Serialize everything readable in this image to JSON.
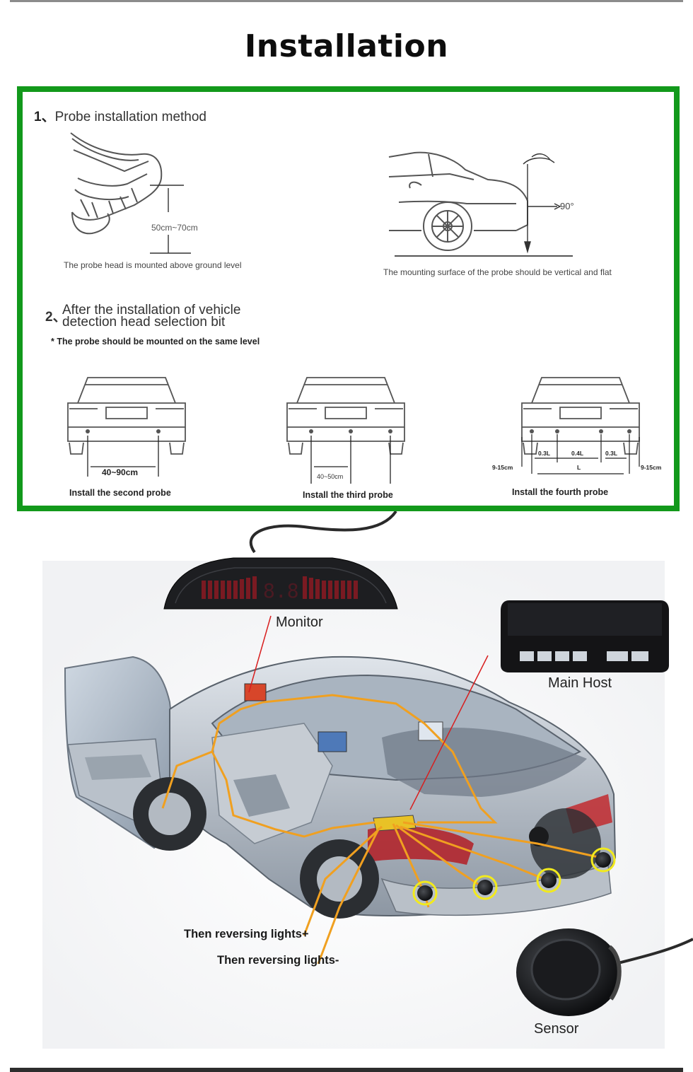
{
  "page": {
    "title": "Installation"
  },
  "guide": {
    "section1": {
      "number": "1、",
      "heading": "Probe installation method",
      "height_label": "50cm~70cm",
      "height_caption": "The probe head is mounted above ground level",
      "angle_label": "90°",
      "angle_caption": "The mounting surface of the probe should be vertical and flat"
    },
    "section2": {
      "number": "2、",
      "heading_line1": "After the installation of vehicle",
      "heading_line2": "detection head selection bit",
      "note": "* The probe should be mounted on the same level"
    },
    "layouts": [
      {
        "dimension": "40~90cm",
        "caption": "Install the second probe"
      },
      {
        "dimension": "40~50cm",
        "caption": "Install the third probe"
      },
      {
        "caption": "Install the fourth probe",
        "edge_left": "9-15cm",
        "edge_right": "9-15cm",
        "gap_outer_left": "0.3L",
        "gap_middle": "0.4L",
        "gap_outer_right": "0.3L",
        "span": "L"
      }
    ]
  },
  "installation": {
    "callouts": {
      "monitor": "Monitor",
      "main_host": "Main Host",
      "sensor": "Sensor"
    },
    "display": {
      "value": "8.8"
    },
    "wire_labels": {
      "reverse_positive": "Then reversing lights+",
      "reverse_negative": "Then reversing lights-"
    },
    "colors": {
      "frame_green": "#12991b",
      "harness_orange": "#f0a020",
      "pointer_red": "#d81e1e",
      "sensor_ring_yellow": "#f2ea1c"
    }
  }
}
